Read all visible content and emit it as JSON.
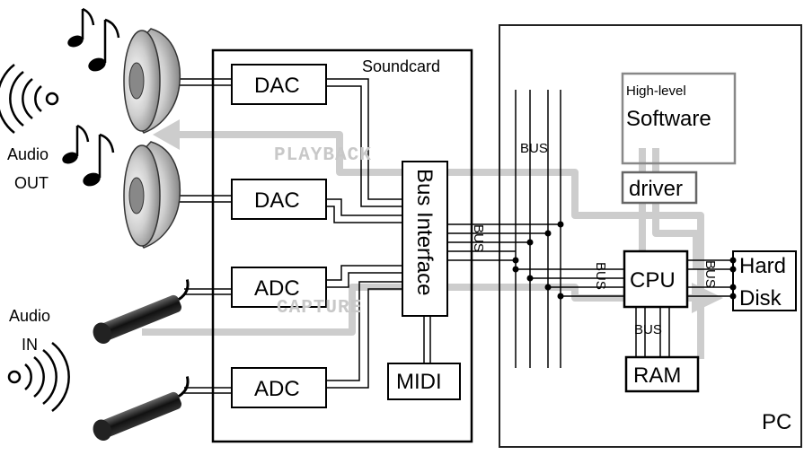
{
  "labels": {
    "soundcard": "Soundcard",
    "dac": "DAC",
    "adc": "ADC",
    "bus_interface": "Bus Interface",
    "midi": "MIDI",
    "bus": "BUS",
    "high_level": "High-level",
    "software": "Software",
    "driver": "driver",
    "cpu": "CPU",
    "hard": "Hard",
    "disk": "Disk",
    "ram": "RAM",
    "pc": "PC",
    "audio": "Audio",
    "out": "OUT",
    "in": "IN",
    "playback": "PLAYBACK",
    "capture": "CAPTURE"
  },
  "colors": {
    "line": "#000000",
    "flow_arrow": "#c8c8c8",
    "software_box": "#888888",
    "pc_box": "#222222"
  },
  "icons": [
    "music-notes-icon",
    "speaker-icon",
    "microphone-icon",
    "sound-waves-icon"
  ]
}
